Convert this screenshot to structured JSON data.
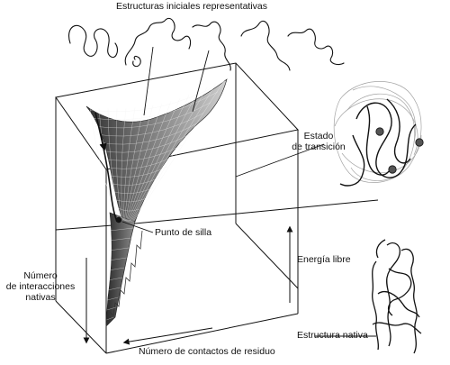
{
  "labels": {
    "initial_structures": "Estructuras iniciales representativas",
    "transition_state": "Estado\nde transición",
    "saddle_point": "Punto de silla",
    "free_energy": "Energía libre",
    "native_interactions": "Número\nde interacciones\nnativas",
    "residue_contacts": "Número de contactos de residuo",
    "native_structure": "Estructura nativa"
  },
  "colors": {
    "ink": "#111111",
    "surface_dark": "#3a3a3a",
    "surface_mid": "#8a8a8a",
    "surface_light": "#bdbdbd",
    "ribbon_gray": "#9a9a9a"
  }
}
